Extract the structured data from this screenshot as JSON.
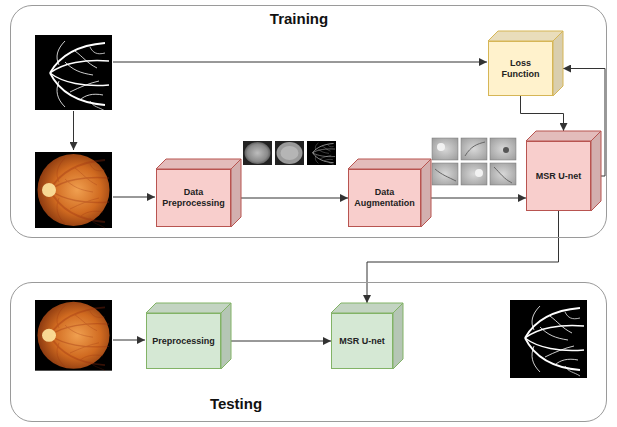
{
  "diagram": {
    "nodes": [
      {
        "text": [
          "Training"
        ]
      },
      {
        "text": [
          "Loss Function"
        ],
        "in": 0
      },
      {
        "text": [
          "Data Preprocessing"
        ],
        "in": 0
      },
      {
        "text": [
          "Data Augmentation"
        ],
        "in": 0
      },
      {
        "text": [
          "MSR U-net"
        ],
        "in": 0
      },
      {
        "text": [
          "Testing"
        ]
      },
      {
        "text": [
          "Preprocessing"
        ],
        "in": 5
      },
      {
        "text": [
          "MSR U-net"
        ],
        "in": 5
      }
    ],
    "edges": [
      {
        "from": 2,
        "to": 3,
        "arrow": "to"
      },
      {
        "from": 3,
        "to": 4,
        "arrow": "to"
      },
      {
        "from": 1,
        "to": 4,
        "arrow": "to"
      },
      {
        "from": 4,
        "to": 1,
        "arrow": "to"
      },
      {
        "from": 4,
        "to": 7,
        "arrow": "to"
      },
      {
        "from": 6,
        "to": 7,
        "arrow": "to"
      }
    ]
  }
}
